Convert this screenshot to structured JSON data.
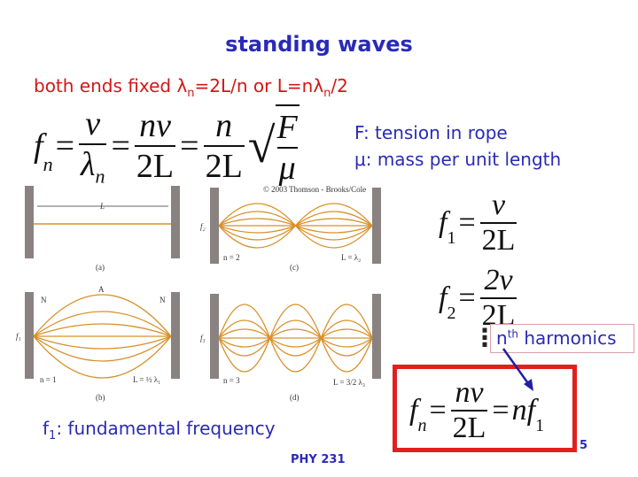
{
  "title": "standing waves",
  "subtitle": {
    "prefix": "both ends fixed ",
    "lambda": "λ",
    "sub_n": "n",
    "mid": "=2L/n or L=n",
    "lambda2": "λ",
    "sub_n2": "n",
    "suffix": "/2"
  },
  "main_formula": {
    "lhs": "f",
    "lhs_sub": "n",
    "f1_num": "v",
    "f1_den": "λ",
    "f1_den_sub": "n",
    "f2_num": "nv",
    "f2_den": "2L",
    "f3_num": "n",
    "f3_den": "2L",
    "sqrt_num": "F",
    "sqrt_den": "μ",
    "eq": "="
  },
  "definitions": [
    "F: tension in rope",
    "μ: mass per unit length"
  ],
  "figure": {
    "copyright": "© 2003 Thomson - Brooks/Cole",
    "L_label": "L",
    "panels": [
      "(a)",
      "(b)",
      "(c)",
      "(d)"
    ],
    "node": "N",
    "antinode": "A",
    "n1": "n = 1",
    "n2": "n = 2",
    "n3": "n = 3",
    "L1": "L = ½ λ₁",
    "L2": "L = λ₂",
    "L3": "L = 3/2 λ₃",
    "f1": "f₁",
    "f2": "f₂",
    "f3": "f₃",
    "string_color": "#d8902a",
    "wall_color": "#8a8280"
  },
  "f1_formula": {
    "lhs": "f",
    "sub": "1",
    "num": "v",
    "den": "2L"
  },
  "f2_formula": {
    "lhs": "f",
    "sub": "2",
    "num": "2v",
    "den": "2L"
  },
  "dots": "⋮",
  "harmonics": {
    "n": "n",
    "sup": "th",
    "text": " harmonics"
  },
  "boxed_formula": {
    "lhs": "f",
    "sub": "n",
    "num": "nv",
    "den": "2L",
    "rhs": "nf",
    "rhs_sub": "1"
  },
  "fundamental": {
    "f": "f",
    "sub": "1",
    "text": ": fundamental frequency"
  },
  "footer": "PHY 231",
  "page_number": "5",
  "colors": {
    "title": "#2a2ab8",
    "subtitle": "#d41616",
    "box": "#e02020"
  }
}
